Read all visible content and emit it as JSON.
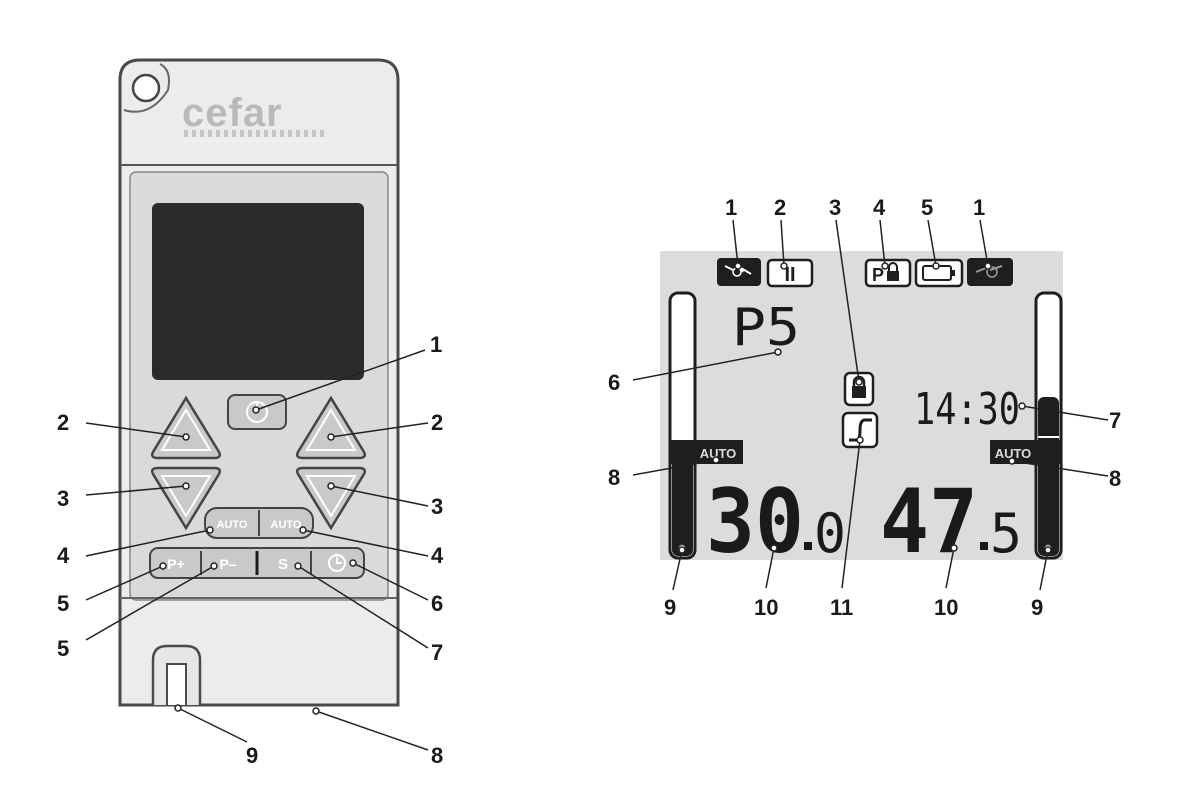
{
  "device": {
    "brand": "cefar",
    "buttons": {
      "power_symbol": "⏻",
      "auto_left": "AUTO",
      "auto_right": "AUTO",
      "program_plus": "P+",
      "program_minus": "P–",
      "settings": "S",
      "timer_icon": "clock-icon"
    },
    "callouts": [
      "1",
      "2",
      "2",
      "3",
      "3",
      "4",
      "4",
      "5",
      "5",
      "6",
      "7",
      "9",
      "8"
    ]
  },
  "display": {
    "program": "P5",
    "clock_time": "14:30",
    "intensity_left_int": "30",
    "intensity_left_dec": "0",
    "intensity_right_int": "47",
    "intensity_right_dec": "5",
    "auto_left": "AUTO",
    "auto_right": "AUTO",
    "pause_label": "II",
    "program_lock_label": "P",
    "callouts_top": [
      "1",
      "2",
      "3",
      "4",
      "5",
      "1"
    ],
    "callouts_side": [
      "6",
      "7",
      "8",
      "8"
    ],
    "callouts_bottom": [
      "9",
      "10",
      "11",
      "10",
      "9"
    ],
    "left_bar_level": 0.4,
    "right_bar_level": 0.61
  }
}
